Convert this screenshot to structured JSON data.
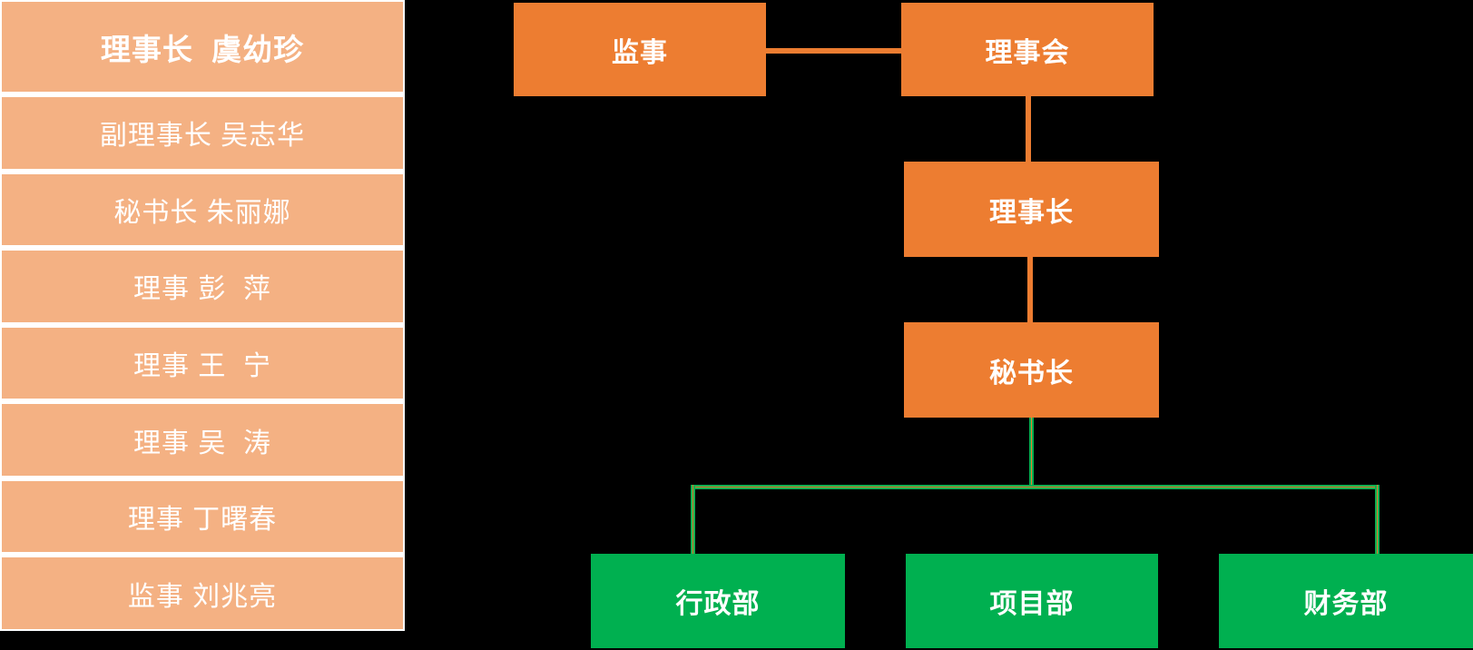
{
  "colors": {
    "background": "#000000",
    "roster_fill": "#F4B183",
    "node_orange": "#ED7D31",
    "node_green": "#00B050",
    "separator": "#FFFFFF",
    "text": "#FFFFFF"
  },
  "roster": {
    "rows": [
      {
        "label": "理事长  虞幼珍",
        "bold": true
      },
      {
        "label": "副理事长 吴志华",
        "bold": false
      },
      {
        "label": "秘书长 朱丽娜",
        "bold": false
      },
      {
        "label": "理事 彭  萍",
        "bold": false
      },
      {
        "label": "理事 王  宁",
        "bold": false
      },
      {
        "label": "理事 吴  涛",
        "bold": false
      },
      {
        "label": "理事 丁曙春",
        "bold": false
      },
      {
        "label": "监事 刘兆亮",
        "bold": false
      }
    ]
  },
  "org": {
    "nodes": {
      "supervisor": {
        "label": "监事",
        "color": "#ED7D31"
      },
      "council": {
        "label": "理事会",
        "color": "#ED7D31"
      },
      "chairman": {
        "label": "理事长",
        "color": "#ED7D31"
      },
      "secretary_general": {
        "label": "秘书长",
        "color": "#ED7D31"
      },
      "admin_dept": {
        "label": "行政部",
        "color": "#00B050"
      },
      "project_dept": {
        "label": "项目部",
        "color": "#00B050"
      },
      "finance_dept": {
        "label": "财务部",
        "color": "#00B050"
      }
    },
    "edges": [
      {
        "from": "supervisor",
        "to": "council",
        "color": "#ED7D31"
      },
      {
        "from": "council",
        "to": "chairman",
        "color": "#ED7D31"
      },
      {
        "from": "chairman",
        "to": "secretary_general",
        "color": "#ED7D31"
      },
      {
        "from": "secretary_general",
        "to": "admin_dept",
        "color": "#00B050"
      },
      {
        "from": "secretary_general",
        "to": "finance_dept",
        "color": "#00B050"
      }
    ]
  }
}
